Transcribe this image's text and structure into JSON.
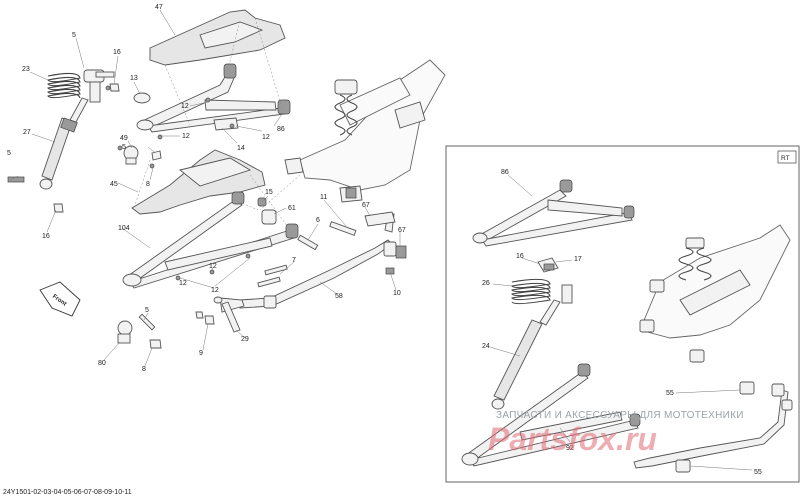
{
  "diagram_code": "24Y1501-02-03-04-05-06-07-08-09-10-11",
  "inset_tag": "RT",
  "front_arrow_text": "Front",
  "watermark_line1": "ЗАПЧАСТИ И АКСЕССУАРЫ ДЛЯ МОТОТЕХНИКИ",
  "watermark_line2": "Partsfox.ru",
  "callouts": {
    "c47": "47",
    "c5a": "5",
    "c16a": "16",
    "c23": "23",
    "c13": "13",
    "c12a": "12",
    "c12b": "12",
    "c86a": "86",
    "c14": "14",
    "c12c": "12",
    "c27": "27",
    "c49": "49",
    "c5b": "5",
    "c8a": "8",
    "c5c": "5",
    "c45": "45",
    "c16b": "16",
    "c15": "15",
    "c61": "61",
    "c104": "104",
    "c6": "6",
    "c11": "11",
    "c67a": "67",
    "c67b": "67",
    "c12d": "12",
    "c12e": "12",
    "c12f": "12",
    "c7": "7",
    "c10": "10",
    "c58": "58",
    "c5d": "5",
    "c80": "80",
    "c8b": "8",
    "c9": "9",
    "c29": "29",
    "c86b": "86",
    "c16c": "16",
    "c17": "17",
    "c26": "26",
    "c24": "24",
    "c55a": "55",
    "c55b": "55",
    "c92": "92"
  }
}
